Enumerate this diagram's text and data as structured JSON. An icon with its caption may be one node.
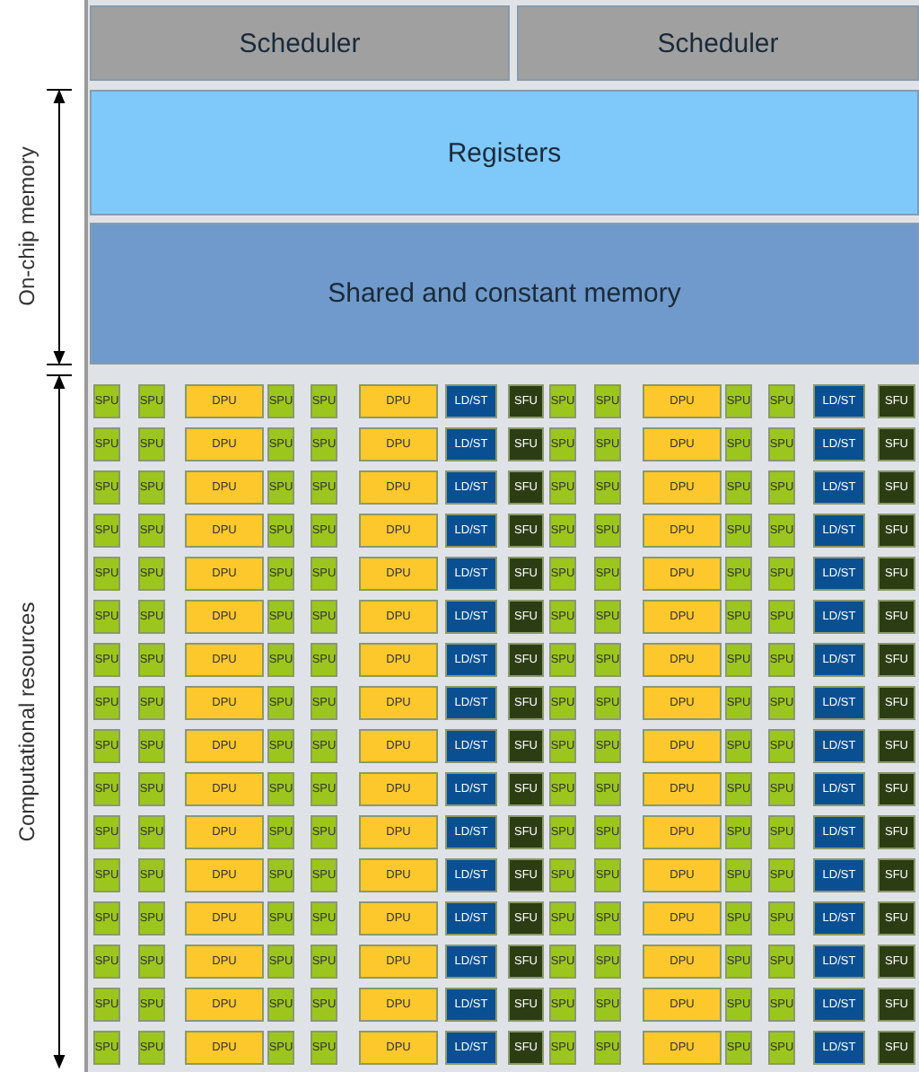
{
  "diagram": {
    "nodes": [
      {
        "text": [
          "Scheduler"
        ]
      },
      {
        "text": [
          "Scheduler"
        ]
      },
      {
        "text": [
          "Registers"
        ]
      },
      {
        "text": [
          "Shared and constant memory"
        ]
      },
      {
        "text": [
          "SPU"
        ]
      },
      {
        "text": [
          "SPU"
        ]
      },
      {
        "text": [
          "DPU"
        ]
      },
      {
        "text": [
          "SPU"
        ]
      },
      {
        "text": [
          "SPU"
        ]
      },
      {
        "text": [
          "DPU"
        ]
      },
      {
        "text": [
          "LD/ST"
        ]
      },
      {
        "text": [
          "SFU"
        ]
      },
      {
        "text": [
          "SPU"
        ]
      },
      {
        "text": [
          "SPU"
        ]
      },
      {
        "text": [
          "DPU"
        ]
      },
      {
        "text": [
          "SPU"
        ]
      },
      {
        "text": [
          "SPU"
        ]
      },
      {
        "text": [
          "LD/ST"
        ]
      },
      {
        "text": [
          "SFU"
        ]
      },
      {
        "text": [
          "SPU"
        ]
      },
      {
        "text": [
          "SPU"
        ]
      },
      {
        "text": [
          "DPU"
        ]
      },
      {
        "text": [
          "SPU"
        ]
      },
      {
        "text": [
          "SPU"
        ]
      },
      {
        "text": [
          "DPU"
        ]
      },
      {
        "text": [
          "LD/ST"
        ]
      },
      {
        "text": [
          "SFU"
        ]
      },
      {
        "text": [
          "SPU"
        ]
      },
      {
        "text": [
          "SPU"
        ]
      },
      {
        "text": [
          "DPU"
        ]
      },
      {
        "text": [
          "SPU"
        ]
      },
      {
        "text": [
          "SPU"
        ]
      },
      {
        "text": [
          "LD/ST"
        ]
      },
      {
        "text": [
          "SFU"
        ]
      },
      {
        "text": [
          "SPU"
        ]
      },
      {
        "text": [
          "SPU"
        ]
      },
      {
        "text": [
          "DPU"
        ]
      },
      {
        "text": [
          "SPU"
        ]
      },
      {
        "text": [
          "SPU"
        ]
      },
      {
        "text": [
          "DPU"
        ]
      },
      {
        "text": [
          "LD/ST"
        ]
      },
      {
        "text": [
          "SFU"
        ]
      },
      {
        "text": [
          "SPU"
        ]
      },
      {
        "text": [
          "SPU"
        ]
      },
      {
        "text": [
          "DPU"
        ]
      },
      {
        "text": [
          "SPU"
        ]
      },
      {
        "text": [
          "SPU"
        ]
      },
      {
        "text": [
          "LD/ST"
        ]
      },
      {
        "text": [
          "SFU"
        ]
      },
      {
        "text": [
          "SPU"
        ]
      },
      {
        "text": [
          "SPU"
        ]
      },
      {
        "text": [
          "DPU"
        ]
      },
      {
        "text": [
          "SPU"
        ]
      },
      {
        "text": [
          "SPU"
        ]
      },
      {
        "text": [
          "DPU"
        ]
      },
      {
        "text": [
          "LD/ST"
        ]
      },
      {
        "text": [
          "SFU"
        ]
      },
      {
        "text": [
          "SPU"
        ]
      },
      {
        "text": [
          "SPU"
        ]
      },
      {
        "text": [
          "DPU"
        ]
      },
      {
        "text": [
          "SPU"
        ]
      },
      {
        "text": [
          "SPU"
        ]
      },
      {
        "text": [
          "LD/ST"
        ]
      },
      {
        "text": [
          "SFU"
        ]
      },
      {
        "text": [
          "SPU"
        ]
      },
      {
        "text": [
          "SPU"
        ]
      },
      {
        "text": [
          "DPU"
        ]
      },
      {
        "text": [
          "SPU"
        ]
      },
      {
        "text": [
          "SPU"
        ]
      },
      {
        "text": [
          "DPU"
        ]
      },
      {
        "text": [
          "LD/ST"
        ]
      },
      {
        "text": [
          "SFU"
        ]
      },
      {
        "text": [
          "SPU"
        ]
      },
      {
        "text": [
          "SPU"
        ]
      },
      {
        "text": [
          "DPU"
        ]
      },
      {
        "text": [
          "SPU"
        ]
      },
      {
        "text": [
          "SPU"
        ]
      },
      {
        "text": [
          "LD/ST"
        ]
      },
      {
        "text": [
          "SFU"
        ]
      },
      {
        "text": [
          "SPU"
        ]
      },
      {
        "text": [
          "SPU"
        ]
      },
      {
        "text": [
          "DPU"
        ]
      },
      {
        "text": [
          "SPU"
        ]
      },
      {
        "text": [
          "SPU"
        ]
      },
      {
        "text": [
          "DPU"
        ]
      },
      {
        "text": [
          "LD/ST"
        ]
      },
      {
        "text": [
          "SFU"
        ]
      },
      {
        "text": [
          "SPU"
        ]
      },
      {
        "text": [
          "SPU"
        ]
      },
      {
        "text": [
          "DPU"
        ]
      },
      {
        "text": [
          "SPU"
        ]
      },
      {
        "text": [
          "SPU"
        ]
      },
      {
        "text": [
          "LD/ST"
        ]
      },
      {
        "text": [
          "SFU"
        ]
      },
      {
        "text": [
          "SPU"
        ]
      },
      {
        "text": [
          "SPU"
        ]
      },
      {
        "text": [
          "DPU"
        ]
      },
      {
        "text": [
          "SPU"
        ]
      },
      {
        "text": [
          "SPU"
        ]
      },
      {
        "text": [
          "DPU"
        ]
      },
      {
        "text": [
          "LD/ST"
        ]
      },
      {
        "text": [
          "SFU"
        ]
      },
      {
        "text": [
          "SPU"
        ]
      },
      {
        "text": [
          "SPU"
        ]
      },
      {
        "text": [
          "DPU"
        ]
      },
      {
        "text": [
          "SPU"
        ]
      },
      {
        "text": [
          "SPU"
        ]
      },
      {
        "text": [
          "LD/ST"
        ]
      },
      {
        "text": [
          "SFU"
        ]
      },
      {
        "text": [
          "SPU"
        ]
      },
      {
        "text": [
          "SPU"
        ]
      },
      {
        "text": [
          "DPU"
        ]
      },
      {
        "text": [
          "SPU"
        ]
      },
      {
        "text": [
          "SPU"
        ]
      },
      {
        "text": [
          "DPU"
        ]
      },
      {
        "text": [
          "LD/ST"
        ]
      },
      {
        "text": [
          "SFU"
        ]
      },
      {
        "text": [
          "SPU"
        ]
      },
      {
        "text": [
          "SPU"
        ]
      },
      {
        "text": [
          "DPU"
        ]
      },
      {
        "text": [
          "SPU"
        ]
      },
      {
        "text": [
          "SPU"
        ]
      },
      {
        "text": [
          "LD/ST"
        ]
      },
      {
        "text": [
          "SFU"
        ]
      },
      {
        "text": [
          "SPU"
        ]
      },
      {
        "text": [
          "SPU"
        ]
      },
      {
        "text": [
          "DPU"
        ]
      },
      {
        "text": [
          "SPU"
        ]
      },
      {
        "text": [
          "SPU"
        ]
      },
      {
        "text": [
          "DPU"
        ]
      },
      {
        "text": [
          "LD/ST"
        ]
      },
      {
        "text": [
          "SFU"
        ]
      },
      {
        "text": [
          "SPU"
        ]
      },
      {
        "text": [
          "SPU"
        ]
      },
      {
        "text": [
          "DPU"
        ]
      },
      {
        "text": [
          "SPU"
        ]
      },
      {
        "text": [
          "SPU"
        ]
      },
      {
        "text": [
          "LD/ST"
        ]
      },
      {
        "text": [
          "SFU"
        ]
      },
      {
        "text": [
          "SPU"
        ]
      },
      {
        "text": [
          "SPU"
        ]
      },
      {
        "text": [
          "DPU"
        ]
      },
      {
        "text": [
          "SPU"
        ]
      },
      {
        "text": [
          "SPU"
        ]
      },
      {
        "text": [
          "DPU"
        ]
      },
      {
        "text": [
          "LD/ST"
        ]
      },
      {
        "text": [
          "SFU"
        ]
      },
      {
        "text": [
          "SPU"
        ]
      },
      {
        "text": [
          "SPU"
        ]
      },
      {
        "text": [
          "DPU"
        ]
      },
      {
        "text": [
          "SPU"
        ]
      },
      {
        "text": [
          "SPU"
        ]
      },
      {
        "text": [
          "LD/ST"
        ]
      },
      {
        "text": [
          "SFU"
        ]
      },
      {
        "text": [
          "SPU"
        ]
      },
      {
        "text": [
          "SPU"
        ]
      },
      {
        "text": [
          "DPU"
        ]
      },
      {
        "text": [
          "SPU"
        ]
      },
      {
        "text": [
          "SPU"
        ]
      },
      {
        "text": [
          "DPU"
        ]
      },
      {
        "text": [
          "LD/ST"
        ]
      },
      {
        "text": [
          "SFU"
        ]
      },
      {
        "text": [
          "SPU"
        ]
      },
      {
        "text": [
          "SPU"
        ]
      },
      {
        "text": [
          "DPU"
        ]
      },
      {
        "text": [
          "SPU"
        ]
      },
      {
        "text": [
          "SPU"
        ]
      },
      {
        "text": [
          "LD/ST"
        ]
      },
      {
        "text": [
          "SFU"
        ]
      },
      {
        "text": [
          "SPU"
        ]
      },
      {
        "text": [
          "SPU"
        ]
      },
      {
        "text": [
          "DPU"
        ]
      },
      {
        "text": [
          "SPU"
        ]
      },
      {
        "text": [
          "SPU"
        ]
      },
      {
        "text": [
          "DPU"
        ]
      },
      {
        "text": [
          "LD/ST"
        ]
      },
      {
        "text": [
          "SFU"
        ]
      },
      {
        "text": [
          "SPU"
        ]
      },
      {
        "text": [
          "SPU"
        ]
      },
      {
        "text": [
          "DPU"
        ]
      },
      {
        "text": [
          "SPU"
        ]
      },
      {
        "text": [
          "SPU"
        ]
      },
      {
        "text": [
          "LD/ST"
        ]
      },
      {
        "text": [
          "SFU"
        ]
      },
      {
        "text": [
          "SPU"
        ]
      },
      {
        "text": [
          "SPU"
        ]
      },
      {
        "text": [
          "DPU"
        ]
      },
      {
        "text": [
          "SPU"
        ]
      },
      {
        "text": [
          "SPU"
        ]
      },
      {
        "text": [
          "DPU"
        ]
      },
      {
        "text": [
          "LD/ST"
        ]
      },
      {
        "text": [
          "SFU"
        ]
      },
      {
        "text": [
          "SPU"
        ]
      },
      {
        "text": [
          "SPU"
        ]
      },
      {
        "text": [
          "DPU"
        ]
      },
      {
        "text": [
          "SPU"
        ]
      },
      {
        "text": [
          "SPU"
        ]
      },
      {
        "text": [
          "LD/ST"
        ]
      },
      {
        "text": [
          "SFU"
        ]
      },
      {
        "text": [
          "SPU"
        ]
      },
      {
        "text": [
          "SPU"
        ]
      },
      {
        "text": [
          "DPU"
        ]
      },
      {
        "text": [
          "SPU"
        ]
      },
      {
        "text": [
          "SPU"
        ]
      },
      {
        "text": [
          "DPU"
        ]
      },
      {
        "text": [
          "LD/ST"
        ]
      },
      {
        "text": [
          "SFU"
        ]
      },
      {
        "text": [
          "SPU"
        ]
      },
      {
        "text": [
          "SPU"
        ]
      },
      {
        "text": [
          "DPU"
        ]
      },
      {
        "text": [
          "SPU"
        ]
      },
      {
        "text": [
          "SPU"
        ]
      },
      {
        "text": [
          "LD/ST"
        ]
      },
      {
        "text": [
          "SFU"
        ]
      },
      {
        "text": [
          "SPU"
        ]
      },
      {
        "text": [
          "SPU"
        ]
      },
      {
        "text": [
          "DPU"
        ]
      },
      {
        "text": [
          "SPU"
        ]
      },
      {
        "text": [
          "SPU"
        ]
      },
      {
        "text": [
          "DPU"
        ]
      },
      {
        "text": [
          "LD/ST"
        ]
      },
      {
        "text": [
          "SFU"
        ]
      },
      {
        "text": [
          "SPU"
        ]
      },
      {
        "text": [
          "SPU"
        ]
      },
      {
        "text": [
          "DPU"
        ]
      },
      {
        "text": [
          "SPU"
        ]
      },
      {
        "text": [
          "SPU"
        ]
      },
      {
        "text": [
          "LD/ST"
        ]
      },
      {
        "text": [
          "SFU"
        ]
      },
      {
        "text": [
          "SPU"
        ]
      },
      {
        "text": [
          "SPU"
        ]
      },
      {
        "text": [
          "DPU"
        ]
      },
      {
        "text": [
          "SPU"
        ]
      },
      {
        "text": [
          "SPU"
        ]
      },
      {
        "text": [
          "DPU"
        ]
      },
      {
        "text": [
          "LD/ST"
        ]
      },
      {
        "text": [
          "SFU"
        ]
      },
      {
        "text": [
          "SPU"
        ]
      },
      {
        "text": [
          "SPU"
        ]
      },
      {
        "text": [
          "DPU"
        ]
      },
      {
        "text": [
          "SPU"
        ]
      },
      {
        "text": [
          "SPU"
        ]
      },
      {
        "text": [
          "LD/ST"
        ]
      },
      {
        "text": [
          "SFU"
        ]
      }
    ],
    "labels": [
      "On-chip memory",
      "Computational resources"
    ]
  }
}
